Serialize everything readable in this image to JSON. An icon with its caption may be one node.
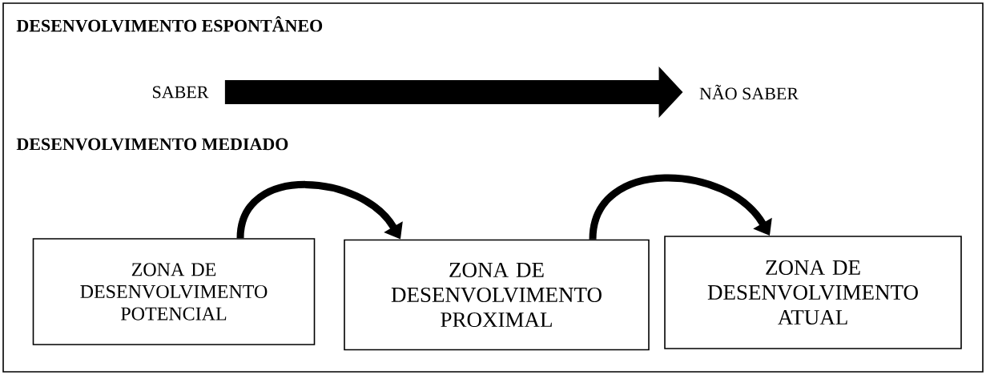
{
  "diagram": {
    "nodes": [
      {
        "text": [
          "SABER"
        ]
      },
      {
        "text": [
          "NÃO SABER"
        ]
      },
      {
        "text": [
          "ZONA DE DESENVOLVIMENTO POTENCIAL"
        ]
      },
      {
        "text": [
          "ZONA DE DESENVOLVIMENTO PROXIMAL"
        ]
      },
      {
        "text": [
          "ZONA DE DESENVOLVIMENTO ATUAL"
        ]
      }
    ],
    "edges": [
      {
        "from": 0,
        "to": 1,
        "arrow": "to",
        "style": "thick"
      },
      {
        "from": 2,
        "to": 3,
        "arrow": "to"
      },
      {
        "from": 3,
        "to": 4,
        "arrow": "to"
      }
    ],
    "labels": [
      "DESENVOLVIMENTO ESPONTÂNEO",
      "DESENVOLVIMENTO MEDIADO"
    ]
  }
}
